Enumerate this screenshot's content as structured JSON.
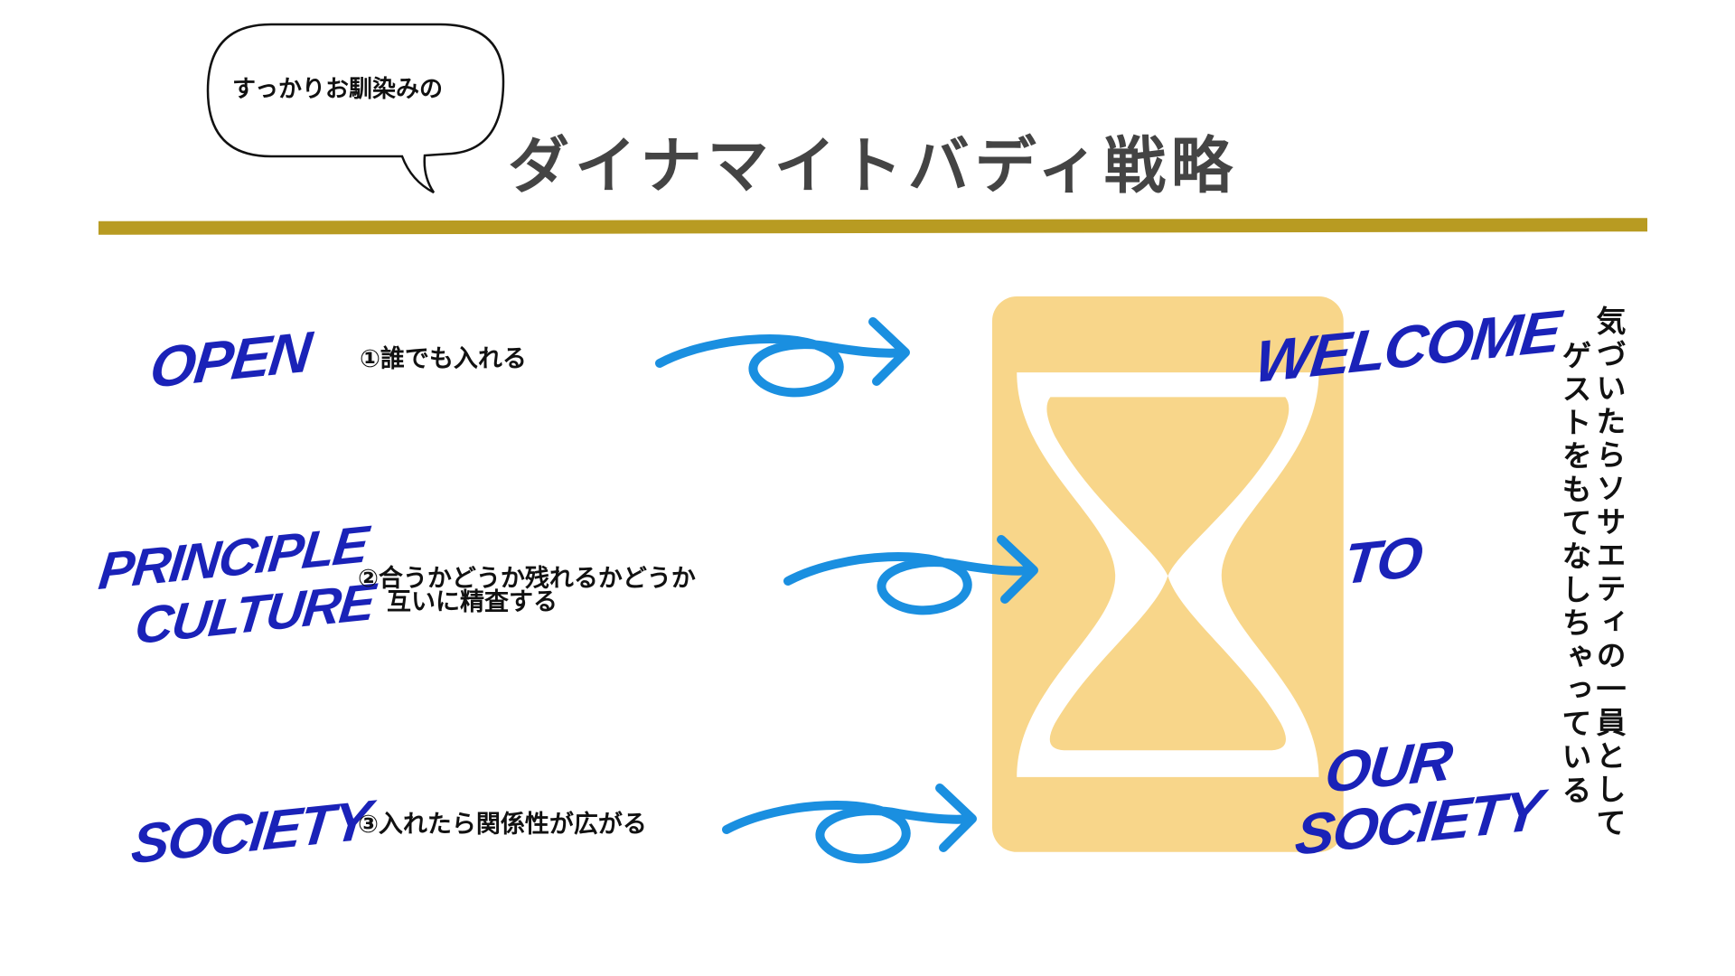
{
  "speech_bubble": {
    "text": "すっかりお馴染みの"
  },
  "title": "ダイナマイトバディ戦略",
  "left_labels": {
    "open": "OPEN",
    "principle": "PRINCIPLE",
    "culture": "CULTURE",
    "society": "SOCIETY"
  },
  "items": [
    {
      "line1": "①誰でも入れる"
    },
    {
      "line1": "②合うかどうか残れるかどうか",
      "line2": "互いに精査する"
    },
    {
      "line1": "③入れたら関係性が広がる"
    }
  ],
  "right_labels": {
    "welcome": "WELCOME",
    "to": "TO",
    "our": "OUR",
    "society": "SOCIETY"
  },
  "vertical_text": {
    "col1": "気づいたらソサエティの一員として",
    "col2": "ゲストをもてなしちゃっている"
  },
  "colors": {
    "gold": "#b89b22",
    "hourglass": "#f8d68a",
    "arrow": "#1a8fe0",
    "script": "#1a22b8"
  }
}
